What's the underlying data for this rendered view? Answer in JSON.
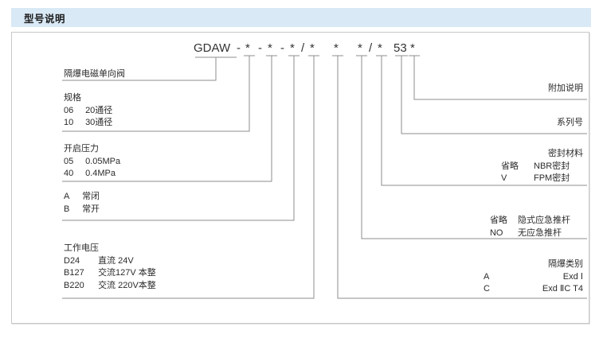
{
  "header": {
    "title": "型号说明"
  },
  "model_code": {
    "base": "GDAW",
    "segments": [
      "GDAW",
      "-",
      "*",
      "-",
      "*",
      "-",
      "*",
      "/",
      "*",
      "*",
      "*",
      "/",
      "*",
      "53",
      "*"
    ],
    "series_number": "53"
  },
  "left_groups": [
    {
      "name": "product-name",
      "heading": "隔爆电磁单向阀",
      "rows": []
    },
    {
      "name": "specification",
      "heading": "规格",
      "rows": [
        {
          "code": "06",
          "desc": "20通径"
        },
        {
          "code": "10",
          "desc": "30通径"
        }
      ]
    },
    {
      "name": "opening-pressure",
      "heading": "开启压力",
      "rows": [
        {
          "code": "05",
          "desc": "0.05MPa"
        },
        {
          "code": "40",
          "desc": "0.4MPa"
        }
      ]
    },
    {
      "name": "valve-state",
      "heading": "",
      "rows": [
        {
          "code": "A",
          "desc": "常闭"
        },
        {
          "code": "B",
          "desc": "常开"
        }
      ]
    },
    {
      "name": "working-voltage",
      "heading": "工作电压",
      "rows": [
        {
          "code": "D24",
          "desc": "直流 24V"
        },
        {
          "code": "B127",
          "desc": "交流127V 本整"
        },
        {
          "code": "B220",
          "desc": "交流 220V本整"
        }
      ]
    }
  ],
  "right_groups": [
    {
      "name": "additional-note",
      "heading": "附加说明",
      "rows": []
    },
    {
      "name": "series-number",
      "heading": "系列号",
      "rows": []
    },
    {
      "name": "sealing-material",
      "heading": "密封材料",
      "rows": [
        {
          "code": "省略",
          "desc": "NBR密封"
        },
        {
          "code": "V",
          "desc": "FPM密封"
        }
      ]
    },
    {
      "name": "emergency-rod",
      "heading": "",
      "rows": [
        {
          "code": "省略",
          "desc": "隐式应急推杆"
        },
        {
          "code": "NO",
          "desc": "无应急推杆"
        }
      ]
    },
    {
      "name": "explosion-proof-class",
      "heading": "隔爆类别",
      "rows": [
        {
          "code": "A",
          "desc": "Exd Ⅰ"
        },
        {
          "code": "C",
          "desc": "Exd ⅡC T4"
        }
      ]
    }
  ],
  "colors": {
    "header_bg": "#d9e9f6",
    "frame_border": "#c8c8c8",
    "line": "#8e8e8e",
    "text": "#2b2b2b"
  }
}
